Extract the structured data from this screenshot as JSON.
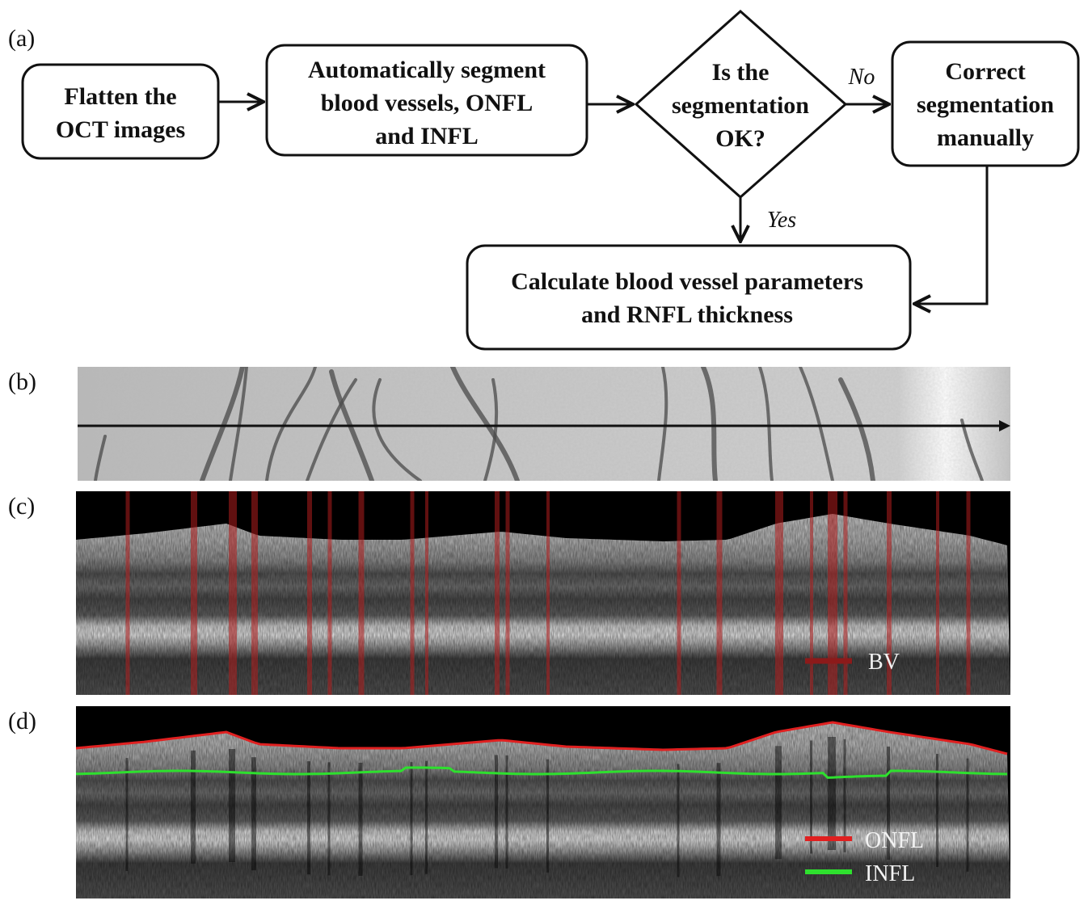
{
  "panels": {
    "a": "(a)",
    "b": "(b)",
    "c": "(c)",
    "d": "(d)"
  },
  "flowchart": {
    "nodes": [
      {
        "id": "flatten",
        "shape": "rounded-rect",
        "lines": [
          "Flatten the",
          "OCT images"
        ]
      },
      {
        "id": "segment",
        "shape": "rounded-rect",
        "lines": [
          "Automatically segment",
          "blood vessels, ONFL",
          "and INFL"
        ]
      },
      {
        "id": "decision",
        "shape": "diamond",
        "lines": [
          "Is the",
          "segmentation",
          "OK?"
        ]
      },
      {
        "id": "correct",
        "shape": "rounded-rect",
        "lines": [
          "Correct",
          "segmentation",
          "manually"
        ]
      },
      {
        "id": "calculate",
        "shape": "rounded-rect",
        "lines": [
          "Calculate blood vessel parameters",
          "and RNFL thickness"
        ]
      }
    ],
    "edges": [
      {
        "from": "flatten",
        "to": "segment",
        "label": ""
      },
      {
        "from": "segment",
        "to": "decision",
        "label": ""
      },
      {
        "from": "decision",
        "to": "correct",
        "label": "No"
      },
      {
        "from": "decision",
        "to": "calculate",
        "label": "Yes"
      },
      {
        "from": "correct",
        "to": "calculate",
        "label": ""
      }
    ]
  },
  "images": {
    "b": {
      "content": "fundus-strip"
    },
    "c": {
      "content": "oct-bscan-with-vessels",
      "vessel_color": "#b01e1e",
      "legend": [
        {
          "label": "BV",
          "color": "#8c1a1a"
        }
      ]
    },
    "d": {
      "content": "oct-bscan-with-boundaries",
      "legend": [
        {
          "label": "ONFL",
          "color": "#e02020"
        },
        {
          "label": "INFL",
          "color": "#2ee02e"
        }
      ]
    }
  }
}
